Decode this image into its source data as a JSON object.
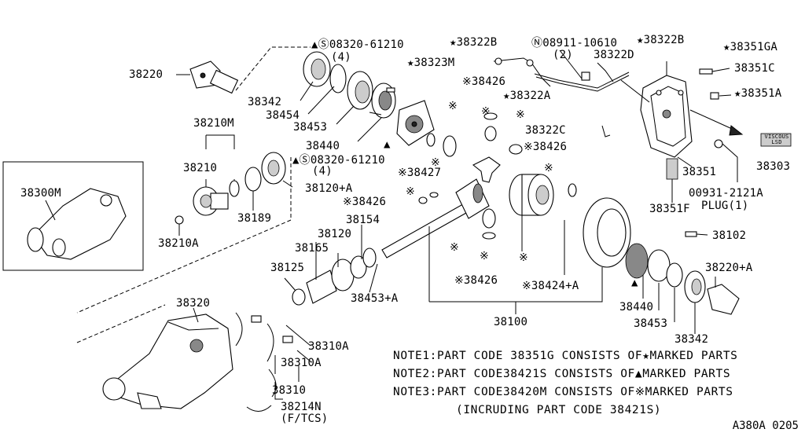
{
  "labels": {
    "p38220": "38220",
    "p38342": "38342",
    "p38454": "38454",
    "p38453": "38453",
    "p38440": "38440",
    "bolt_top": "▲Ⓢ08320-61210",
    "bolt_top_qty": "(4)",
    "bolt_mid": "▲Ⓢ08320-61210",
    "bolt_mid_qty": "(4)",
    "p38210M": "38210M",
    "p38210": "38210",
    "p38210A": "38210A",
    "p38189": "38189",
    "p38120A": "38120+A",
    "p38300M": "38300M",
    "p38322B_left": "★38322B",
    "p38323M": "★38323M",
    "nut": "Ⓝ08911-10610",
    "nut_qty": "(2)",
    "p38322B_right": "★38322B",
    "p38322D": "38322D",
    "p38351GA": "★38351GA",
    "p38351C": "38351C",
    "p38351A": "★38351A",
    "p38426_a": "※38426",
    "p38322A": "★38322A",
    "p38322C": "38322C",
    "p38426_b": "※38426",
    "p38427": "※38427",
    "p38426_c": "※38426",
    "p38426_d": "※38426",
    "p38424A": "※38424+A",
    "p38303": "38303",
    "p38351": "38351",
    "plug_code": "00931-2121A",
    "plug_name": "PLUG(1)",
    "p38351F": "38351F",
    "p38102": "38102",
    "p38154": "38154",
    "p38120": "38120",
    "p38165": "38165",
    "p38125": "38125",
    "p38453A": "38453+A",
    "p38100": "38100",
    "p38220A": "38220+A",
    "p38440_r": "38440",
    "p38453_r": "38453",
    "p38342_r": "38342",
    "p38320": "38320",
    "p38310A_1": "38310A",
    "p38310A_2": "38310A",
    "p38310": "38310",
    "p38214N": "38214N",
    "p38214N_sub": "(F/TCS)",
    "viscous": "VISCOUS LSD",
    "mark_x1": "※",
    "mark_x2": "※",
    "mark_x3": "※",
    "mark_x4": "※",
    "mark_x5": "※",
    "mark_x6": "※",
    "mark_x7": "※",
    "mark_x8": "※",
    "mark_x9": "※",
    "mark_t1": "▲",
    "mark_t2": "▲",
    "mark_t3": "▲"
  },
  "notes": [
    "NOTE1:PART CODE 38351G CONSISTS OF★MARKED PARTS",
    "NOTE2:PART CODE38421S CONSISTS OF▲MARKED PARTS",
    "NOTE3:PART CODE38420M CONSISTS OF※MARKED PARTS",
    "(INCRUDING PART CODE 38421S)"
  ],
  "ref_code": "A380A 0205"
}
